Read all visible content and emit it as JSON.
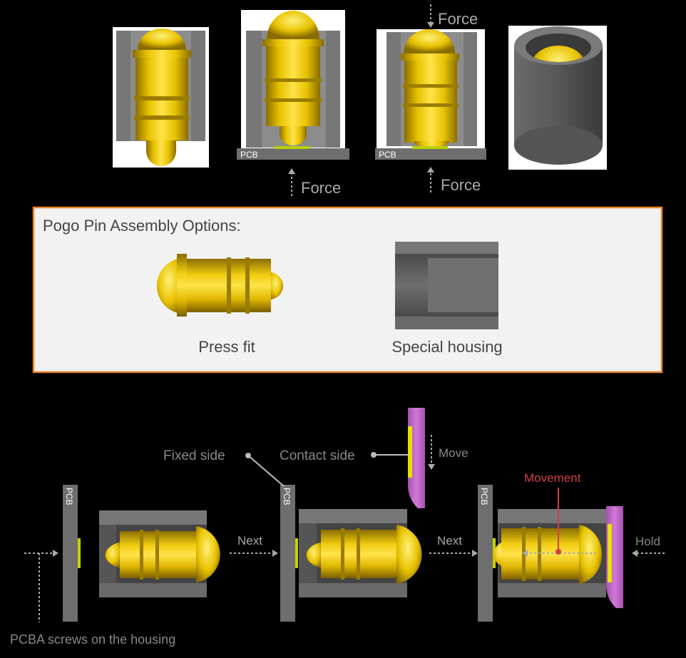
{
  "top_row": {
    "force_labels": [
      "Force",
      "Force",
      "Force"
    ],
    "pcb_labels": [
      "PCB",
      "PCB"
    ]
  },
  "options_panel": {
    "title": "Pogo Pin Assembly Options:",
    "option_1": "Press fit",
    "option_2": "Special housing",
    "border_color": "#E8822A"
  },
  "bottom_row": {
    "pcb_labels": [
      "PCB",
      "PCB",
      "PCB"
    ],
    "fixed_side": "Fixed side",
    "contact_side": "Contact side",
    "move": "Move",
    "next_1": "Next",
    "next_2": "Next",
    "movement": "Movement",
    "hold": "Hold",
    "pcba_note": "PCBA screws on the housing",
    "movement_color": "#D04040",
    "contact_color": "#C060C0"
  }
}
